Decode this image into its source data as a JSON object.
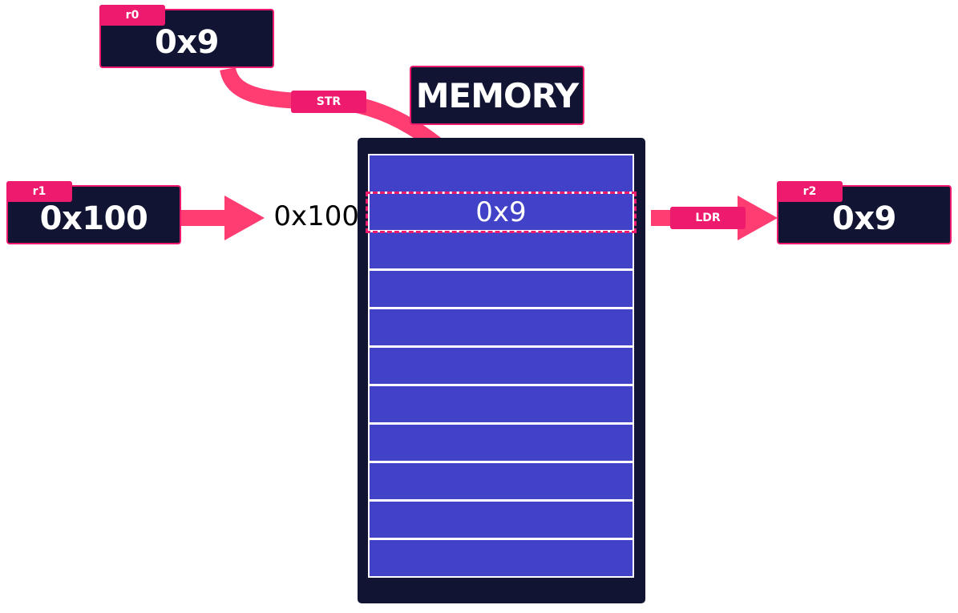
{
  "registers": {
    "r0": {
      "label": "r0",
      "value": "0x9"
    },
    "r1": {
      "label": "r1",
      "value": "0x100"
    },
    "r2": {
      "label": "r2",
      "value": "0x9"
    }
  },
  "memory": {
    "title": "MEMORY",
    "address_label": "0x100",
    "cells": [
      "",
      "0x9",
      "",
      "",
      "",
      "",
      "",
      "",
      "",
      "",
      ""
    ]
  },
  "operations": {
    "store": "STR",
    "load": "LDR"
  },
  "colors": {
    "accent": "#ee1a6e",
    "arrow": "#ff3d72",
    "panel": "#111433",
    "cell": "#4242c8"
  }
}
